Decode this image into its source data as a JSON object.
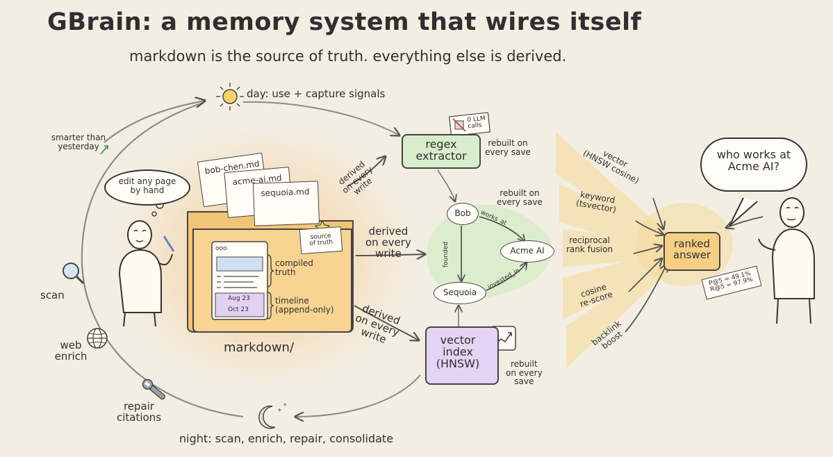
{
  "title": "GBrain: a memory system that wires itself",
  "subtitle": "markdown is the source of truth. everything else is derived.",
  "cycle": {
    "day": "day: use + capture signals",
    "night": "night: scan, enrich, repair, consolidate",
    "smarter_line1": "smarter than",
    "smarter_line2": "yesterday",
    "scan": "scan",
    "web_line1": "web",
    "web_line2": "enrich",
    "repair_line1": "repair",
    "repair_line2": "citations"
  },
  "user_bubble": {
    "line1": "edit any page",
    "line2": "by hand"
  },
  "files": [
    "bob-chen.md",
    "acme-ai.md",
    "sequoia.md"
  ],
  "folder": {
    "label": "markdown/",
    "source_line1": "source",
    "source_line2": "of truth",
    "window_dots": "ooo",
    "compiled_line1": "compiled",
    "compiled_line2": "truth",
    "timeline_line1": "timeline",
    "timeline_line2": "(append-only)",
    "date1": "Aug 23",
    "date2": "Oct 23"
  },
  "derived": {
    "top_line1": "derived",
    "top_line2": "on every",
    "top_line3": "write",
    "middle_line1": "derived",
    "middle_line2": "on every",
    "middle_line3": "write",
    "bottom_line1": "derived",
    "bottom_line2": "on every",
    "bottom_line3": "write"
  },
  "regex": {
    "line1": "regex",
    "line2": "extractor",
    "rebuilt_line1": "rebuilt on",
    "rebuilt_line2": "every save",
    "stamp_line1": "0 LLM",
    "stamp_line2": "calls"
  },
  "graph": {
    "rebuilt_line1": "rebuilt on",
    "rebuilt_line2": "every save",
    "nodes": {
      "bob": "Bob",
      "acme": "Acme AI",
      "sequoia": "Sequoia"
    },
    "edges": {
      "works_at": "works_at",
      "founded": "founded",
      "invested_in": "invested_in"
    }
  },
  "vector_index": {
    "line1": "vector",
    "line2": "index",
    "line3": "(HNSW)",
    "rebuilt_line1": "rebuilt",
    "rebuilt_line2": "on every",
    "rebuilt_line3": "save"
  },
  "retrieval": {
    "vector_line1": "vector",
    "vector_line2": "(HNSW cosine)",
    "keyword_line1": "keyword",
    "keyword_line2": "(tsvector)",
    "rrf_line1": "reciprocal",
    "rrf_line2": "rank fusion",
    "cosine_line1": "cosine",
    "cosine_line2": "re-score",
    "backlink_line1": "backlink",
    "backlink_line2": "boost"
  },
  "answer": {
    "line1": "ranked",
    "line2": "answer",
    "metric1": "P@5 = 49.1%",
    "metric2": "R@5 = 97.9%"
  },
  "question": {
    "line1": "who works at",
    "line2": "Acme AI?"
  }
}
